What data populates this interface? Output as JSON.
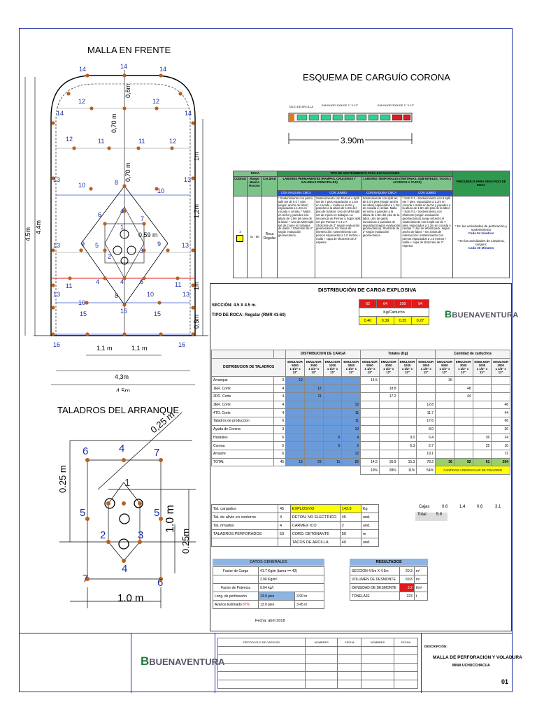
{
  "malla": {
    "title": "MALLA EN FRENTE",
    "dims": {
      "h45": "4.5m",
      "h44": "4.4m",
      "w45": "4.5m",
      "w43": "4,3m",
      "w11a": "1,1 m",
      "w11b": "1,1 m",
      "v06": "0,6m",
      "v070a": "0,70 m",
      "v070b": "0,70 m",
      "r1a": "1m",
      "r12": "1,2m",
      "r1b": "1m",
      "r05": "0,5m",
      "d059": "0,59 m"
    },
    "holes": [
      "14",
      "14",
      "14",
      "12",
      "12",
      "14",
      "14",
      "12",
      "11",
      "11",
      "12",
      "13",
      "13",
      "10",
      "8",
      "10",
      "6",
      "4",
      "7",
      "13",
      "9",
      "5",
      "1",
      "3",
      "9",
      "13",
      "2",
      "11",
      "4",
      "6",
      "11",
      "13",
      "10",
      "8",
      "10",
      "13",
      "15",
      "15",
      "15",
      "16",
      "16"
    ]
  },
  "arranque": {
    "title": "TALADROS DEL ARRANQUE",
    "dims": {
      "diag": "0,25 m",
      "left": "0.25 m",
      "right1": "1.0 m",
      "right2": "0.25m",
      "bottom": "1.0 m"
    },
    "holes": [
      "6",
      "4",
      "7",
      "1",
      "5",
      "3",
      "2",
      "4",
      "7",
      "6"
    ]
  },
  "corona": {
    "title": "ESQUEMA DE CARGUÍO CORONA",
    "lbl1": "TACO DE ARCILLA",
    "lbl2": "EMULNOR 1000 DE 1\" X 12\"",
    "lbl3": "EMULNOR 3000 DE 1\" X 12\"",
    "length": "3.90m"
  },
  "sostenimiento": {
    "col_roca": "ROCA",
    "title": "TIPO DE SOSTENIMIENTO PARA EXCAVACIONES",
    "col_freq": "FRECUENCIA PARA DESATADO DE ROCA",
    "col_codigo": "CODIGO",
    "col_rango": "Rango Macizo Rocoso",
    "col_calidad": "CALIDAD",
    "perm": "LABORES PERMANENTES (RAMPAS, CRUCEROS Y GALERIAS PRINCIPALES)",
    "temp": "LABORES TEMPORALES (VENTANAS, SUB-NIVELES, TAJOS y ACCESOS A TAJOS)",
    "maq": "CON MAQUINA CMCA",
    "jumbo": "CON JUMBO",
    "maq2": "CON MAQUINA CMCA",
    "jumbo2": "CON JUMBO",
    "code": "3",
    "rango": "41 - 60",
    "calidad": "Roca Regular",
    "t1": "* Sostenimiento con perno split set de 5 ó 7 pies (según ancho de labor) espaciados a 1.2m en cocada o cerdas. * Malla en techo y paredes a la altura de 1.8m del piso de la labor. * Uso de MINI split set de 2 pies en trabajos de malla. * Shotcrete de 2\" según evaluación geomecánica.",
    "t2": "Sostenimiento con Pernos o Split set de 7 pies espaciados a 1.2m en cocada + malla en techo y paredes a la altura de 1.8m del piso de la labor. Uso de MINI split set de 3 pies en trabajos. La secuencia de Pernos o Súper split set por Pernos 7 x 8 x 7. Shotcrete de 2\" según evaluación geomecánica. En zonas de intersección: sostenimiento con pernos espaciados a 1.0 metros + malla + capa de shotcrete de 2\" espesor.",
    "t3": "Sostenimiento con split set de 5 ó 6 pies (según ancho de labor) espaciados a 1.2m en cocada o cerdas. Malla en techo y paredes a la altura de 1.8m del piso de la labor. Uso de gatas mecánicas o puntales de seguridad (según evaluación geomecánica). Shotcrete de 2\" según evaluación geomecánica.",
    "t4": "* Sost # 1.- Sostenimiento con 5 split set 7 pies, espaciados a 1.2m en cocada + malla en techo y paredes a la altura de 1.8m del piso de la labor. * Sost # 2.- Sostenimiento con shotcrete (según evaluación geomecánica), luego refuerzo el sostenimiento con 5 split set de 7 pies, espaciados a 1.2m en cocada o cerdas. * Uso de Woodl pack, según ancho de labor. * En zonas de intersección: sostenimiento con pernos espaciados a 1.0 metros + malla + capa de shotcrete de 2\" espesor.",
    "f1": "* En las actividades de perforación y sostenimiento",
    "f1b": "Cada 04 taladros",
    "f2": "* En las actividades de Limpieza, carguío:",
    "f2b": "Cada 30 Minutos"
  },
  "distribucion": {
    "title": "DISTRIBUCIÓN DE CARGA EXPLOSIVA",
    "seccion": "SECCIÓN: 4.5 X 4.5 m.",
    "roca": "TIPO DE ROCA: Regular (RMR 41-60)",
    "reds": [
      "62",
      "64",
      "100",
      "94"
    ],
    "kg_label": "Kg/Cartucho",
    "yellows": [
      "0.40",
      "0.39",
      "0.25",
      "0.27"
    ],
    "brand": "BUENAVENTURA",
    "grp1": "DISTRIBUCION DE CARGA",
    "grp2": "Totales (Kg)",
    "grp3": "Cantidad de cartuchos",
    "col_dist": "DISTRIBUCION DE TALADROS",
    "em": [
      "EMULNOR 5000",
      "EMULNOR 3000",
      "EMULNOR 1000",
      "EMULNOR 3000"
    ],
    "sz": [
      "1 1/2\" x 12\"",
      "1 1/2\" x 12\"",
      "1 1/2\" x 12\"",
      "1 1/4\" x 12\""
    ],
    "rows": [
      [
        "Arranque",
        "3",
        "12",
        "",
        "",
        "",
        "14.5",
        "",
        "",
        "",
        "36",
        "",
        "",
        ""
      ],
      [
        "1ER. Corte",
        "4",
        "",
        "12",
        "",
        "",
        "",
        "18.8",
        "",
        "",
        "",
        "48",
        "",
        ""
      ],
      [
        "2DO. Corte",
        "4",
        "",
        "11",
        "",
        "",
        "",
        "17.2",
        "",
        "",
        "",
        "44",
        "",
        ""
      ],
      [
        "3ER. Corte",
        "4",
        "",
        "",
        "",
        "12",
        "",
        "",
        "",
        "12.8",
        "",
        "",
        "",
        "48"
      ],
      [
        "4TO. Corte",
        "4",
        "",
        "",
        "",
        "11",
        "",
        "",
        "",
        "11.7",
        "",
        "",
        "",
        "44"
      ],
      [
        "Taladros de produccion",
        "6",
        "",
        "",
        "",
        "11",
        "",
        "",
        "",
        "17.6",
        "",
        "",
        "",
        "66"
      ],
      [
        "Ayuda de Corona",
        "3",
        "",
        "",
        "",
        "10",
        "",
        "",
        "",
        "8.0",
        "",
        "",
        "",
        "30"
      ],
      [
        "Hastiales",
        "6",
        "",
        "",
        "6",
        "4",
        "",
        "",
        "9.0",
        "6.4",
        "",
        "",
        "36",
        "24"
      ],
      [
        "Corona",
        "5",
        "",
        "",
        "5",
        "2",
        "",
        "",
        "6.3",
        "2.7",
        "",
        "",
        "25",
        "10"
      ],
      [
        "Arrastre",
        "6",
        "",
        "",
        "",
        "12",
        "",
        "",
        "",
        "19.1",
        "",
        "",
        "",
        "72"
      ],
      [
        "TOTAL",
        "45",
        "12",
        "23",
        "11",
        "82",
        "14.5",
        "35.9",
        "15.3",
        "78.2",
        "36",
        "92",
        "61",
        "294"
      ]
    ],
    "pct": [
      "10%",
      "28%",
      "11%",
      "54%"
    ],
    "cantidad": "CANTIDAD A DESPACHAR DE POLVORIN",
    "cajas_lbl": "Cajas",
    "cajas": [
      "0.6",
      "1.4",
      "0.6",
      "3.1"
    ],
    "total_lbl": "Total",
    "total_val": "5.8"
  },
  "resumen": [
    [
      "Tal. cargados",
      "45",
      "EXPLOSIVO",
      "143.9",
      "Kg"
    ],
    [
      "Tal. de alivio en contorno",
      "4",
      "DETON. NO ELECTRICO",
      "45",
      "und."
    ],
    [
      "Tal. rimados",
      "4",
      "CARMEX ICO",
      "2",
      "und."
    ],
    [
      "TALADROS PERFORADOS",
      "53",
      "CORD. DETONANTE",
      "50",
      "m"
    ],
    [
      "",
      "",
      "TACOS DE ARCILLA",
      "40",
      "und."
    ]
  ],
  "datos": {
    "title": "DATOS GENERALES",
    "rows": [
      [
        "Factor de Carga",
        "",
        "41.7 Kg/m (tarea == 42)"
      ],
      [
        "",
        "",
        "2.06 Kg/m³"
      ],
      [
        "Factor de Potencia",
        "",
        "0.64 kg/t"
      ],
      [
        "Long. de perforación",
        "13.0 pies",
        "3.90",
        "m"
      ],
      [
        "Avance Estimado",
        "87%",
        "13.0 pies",
        "3.45",
        "m"
      ]
    ],
    "fecha": "Fecha: abril 2018"
  },
  "resultados": {
    "title": "RESULTADOS",
    "rows": [
      [
        "SECCION 4.5m X 4.5m",
        "20.3",
        "m²"
      ],
      [
        "VOLUMEN DE DESMONTE",
        "69.8",
        "m³"
      ],
      [
        "DENSIDAD DE DESMONTE",
        "3.2",
        "t/m³"
      ],
      [
        "TONELAJE",
        "223",
        "t"
      ]
    ]
  },
  "titleblock": {
    "logo": "BUENAVENTURA",
    "protocolo": "PROTOCOLO DE CARGUÍO",
    "h_nombres": "NOMBRES",
    "h_fecha": "FECHA",
    "h_nombres2": "NOMBRES",
    "h_fecha2": "FECHA",
    "descripcion": "DESCRIPCIÓN:",
    "proyecto": "MALLA DE PERFORACION Y VOLADURA",
    "mina": "MINA UCHUCCHACUA",
    "sheet": "01"
  },
  "colors": {
    "accent": "#1c2fa0",
    "hole": "#b9601e",
    "green": "#2f9a4f",
    "red": "#e01b1b",
    "blue": "#6b9bd9"
  }
}
